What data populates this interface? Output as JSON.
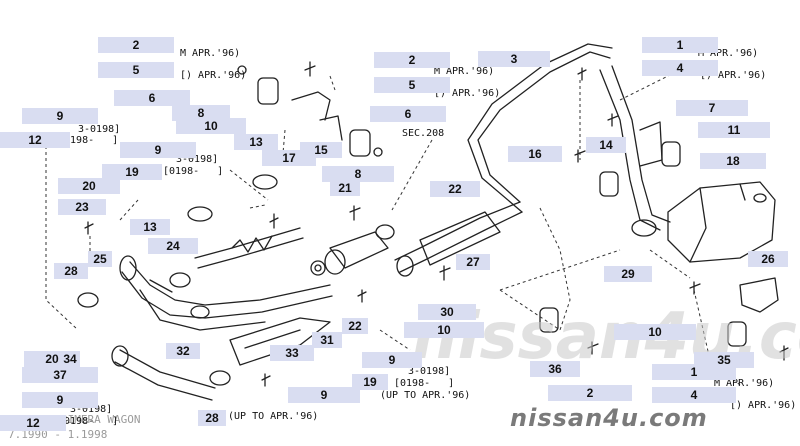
{
  "labels": {
    "l2a": "2",
    "l5a": "5",
    "l6a": "6",
    "l9a": "9",
    "l12a": "12",
    "l9b": "9",
    "l8a": "8",
    "l10a": "10",
    "l2b": "2",
    "l5b": "5",
    "l6b": "6",
    "l3": "3",
    "l1a": "1",
    "l4a": "4",
    "l7": "7",
    "l11": "11",
    "l16": "16",
    "l14": "14",
    "l18": "18",
    "l13a": "13",
    "l17": "17",
    "l15": "15",
    "l19": "19",
    "l20": "20",
    "l8b": "8",
    "l21": "21",
    "l22a": "22",
    "l23": "23",
    "l13b": "13",
    "l24": "24",
    "l25": "25",
    "l28a": "28",
    "l27": "27",
    "l29": "29",
    "l26": "26",
    "l30": "30",
    "l10b": "10",
    "l10c": "10",
    "l22b": "22",
    "l31": "31",
    "l32": "32",
    "l33": "33",
    "l20b": "20",
    "l34": "34",
    "l37": "37",
    "l9c": "9",
    "l9d": "9",
    "l19b": "19",
    "l28b": "28",
    "l12b": "12",
    "l36": "36",
    "l2c": "2",
    "l35": "35",
    "l1b": "1",
    "l4b": "4"
  },
  "notes": {
    "n_mapr96_a": "M APR.'96)",
    "n_uapr96_a": "[) APR.'96)",
    "n_mapr96_b": "M APR.'96)",
    "n_uapr96_b": "[) APR.'96)",
    "n_mapr96_c": "M APR.'96)",
    "n_uapr96_c": "[) APR.'96)",
    "n_mapr96_d": "M APR.'96)",
    "n_uapr96_d": "[) APR.'96)",
    "n_30198_a": "3-0198]",
    "n_0198_a": "[0198-   ]",
    "n_30198_b": "3-0198]",
    "n_0198_b": "[0198-   ]",
    "n_30198_c": "3-0198]",
    "n_0198_c": "[0198-   ]",
    "n_upto_c": "(UP TO APR.'96)",
    "n_30198_d": "3-0198]",
    "n_0198_d": "[0198-   ]",
    "n_upto_d": "(UP TO APR.'96)",
    "n_sec208": "SEC.208"
  },
  "watermark": "nissan4u.com",
  "brand": "nissan4u.com",
  "footer": {
    "model": "Nissan PRIMERA WAGON",
    "years": "7.1990 - 1.1998"
  }
}
